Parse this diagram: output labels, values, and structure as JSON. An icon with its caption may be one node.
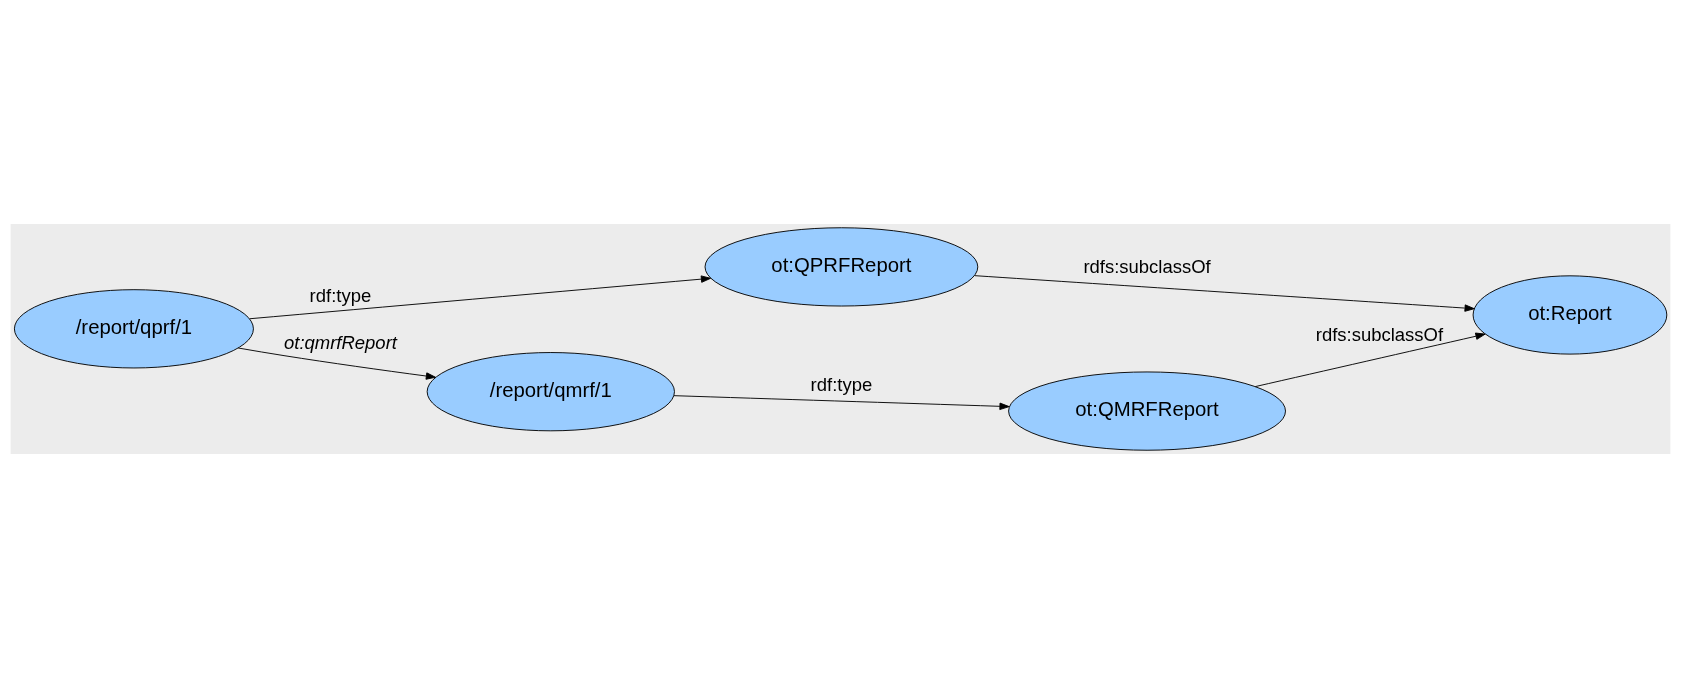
{
  "diagram": {
    "nodes": [
      {
        "text": [
          "ot:Report"
        ]
      },
      {
        "text": [
          "ot:QPRFReport"
        ]
      },
      {
        "text": [
          "ot:QMRFReport"
        ]
      },
      {
        "text": [
          "/report/qprf/1"
        ]
      },
      {
        "text": [
          "/report/qmrf/1"
        ]
      }
    ],
    "edges": [
      {
        "from": 3,
        "to": 1,
        "arrow": "to",
        "label": "rdf:type"
      },
      {
        "from": 1,
        "to": 0,
        "arrow": "to",
        "label": "rdfs:subclassOf"
      },
      {
        "from": 2,
        "to": 0,
        "arrow": "to",
        "label": "rdfs:subclassOf"
      },
      {
        "from": 3,
        "to": 4,
        "arrow": "to",
        "label": "ot:qmrfReport"
      },
      {
        "from": 4,
        "to": 2,
        "arrow": "to",
        "label": "rdf:type"
      }
    ]
  }
}
